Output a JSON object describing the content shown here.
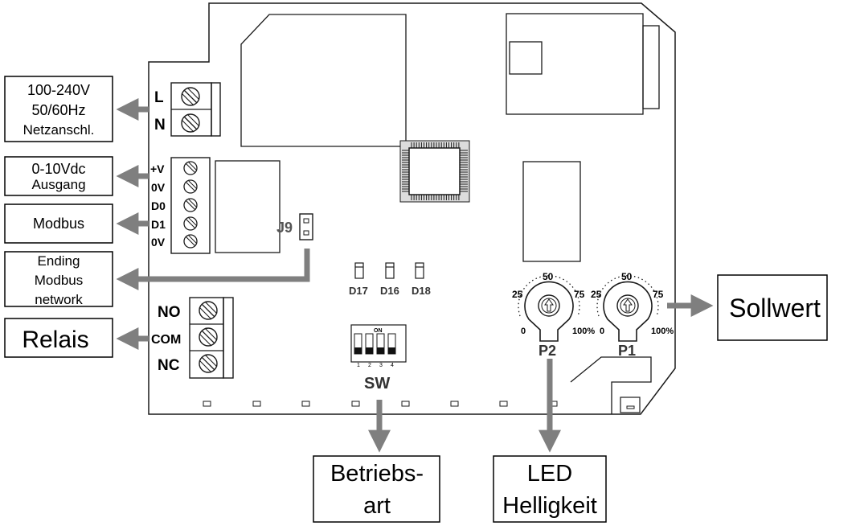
{
  "terminals": {
    "power": [
      "L",
      "N"
    ],
    "io": [
      "+V",
      "0V",
      "D0",
      "D1",
      "0V"
    ],
    "relay": [
      "NO",
      "COM",
      "NC"
    ]
  },
  "labels": {
    "power": [
      "100-240V",
      "50/60Hz",
      "Netzanschl."
    ],
    "output": [
      "0-10Vdc",
      "Ausgang"
    ],
    "modbus": "Modbus",
    "ending": [
      "Ending",
      "Modbus",
      "network"
    ],
    "relais": "Relais",
    "sollwert": "Sollwert",
    "betriebsart": [
      "Betriebs-",
      "art"
    ],
    "led": [
      "LED",
      "Helligkeit"
    ]
  },
  "jumper": "J9",
  "leds": [
    "D17",
    "D16",
    "D18"
  ],
  "dip_switch": {
    "label": "SW",
    "on_text": "ON",
    "numbers": [
      "1",
      "2",
      "3",
      "4"
    ]
  },
  "potentiometers": [
    {
      "name": "P2",
      "scale": [
        "0",
        "25",
        "50",
        "75",
        "100%"
      ]
    },
    {
      "name": "P1",
      "scale": [
        "0",
        "25",
        "50",
        "75",
        "100%"
      ]
    }
  ],
  "colors": {
    "arrow": "#7f7f7f",
    "line": "#1a1a1a",
    "background": "#ffffff"
  }
}
